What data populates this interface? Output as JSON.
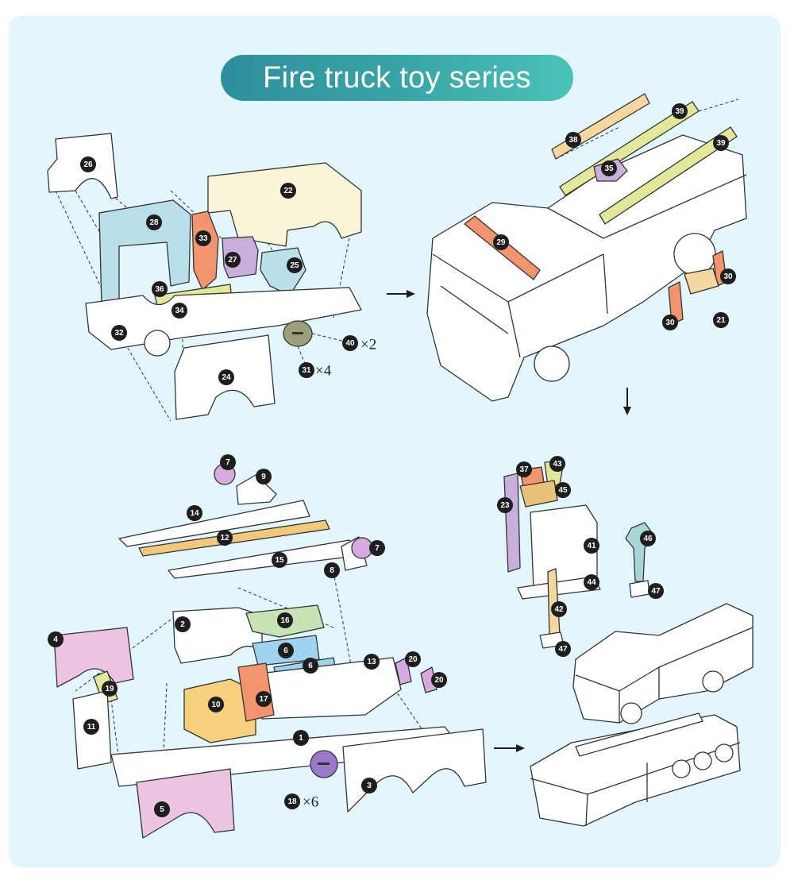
{
  "title": "Fire truck toy series",
  "colors": {
    "background": "#e2f6fb",
    "title_gradient_start": "#2e8f9c",
    "title_gradient_end": "#49c3b8",
    "white_part": "#ffffff",
    "blue_part": "#b9e0ea",
    "cream_part": "#fbf5d8",
    "orange_part": "#f2956e",
    "purple_part": "#c9b0dc",
    "yellow_green_part": "#e2e79a",
    "pink_part": "#ecc3e0",
    "gold_part": "#f7d7a0",
    "light_blue_part": "#9fd4f0",
    "sage_part": "#c8e3b3",
    "tan_part": "#e8c27a",
    "olive_part": "#9ba07a",
    "violet_part": "#9a79c8",
    "mauve_part": "#d6a9df",
    "teal_part": "#a7d5d8"
  },
  "quantity_labels": {
    "q40": "×2",
    "q31": "×4",
    "q18": "×6"
  },
  "part_labels": {
    "p1": "1",
    "p2": "2",
    "p3": "3",
    "p4": "4",
    "p5": "5",
    "p6a": "6",
    "p6b": "6",
    "p7a": "7",
    "p7b": "7",
    "p8": "8",
    "p9": "9",
    "p10": "10",
    "p11": "11",
    "p12": "12",
    "p13": "13",
    "p14": "14",
    "p15": "15",
    "p16": "16",
    "p17": "17",
    "p18": "18",
    "p19": "19",
    "p20a": "20",
    "p20b": "20",
    "p21": "21",
    "p22": "22",
    "p23": "23",
    "p24": "24",
    "p25": "25",
    "p26": "26",
    "p27": "27",
    "p28": "28",
    "p29": "29",
    "p30a": "30",
    "p30b": "30",
    "p31": "31",
    "p32": "32",
    "p33": "33",
    "p34": "34",
    "p35": "35",
    "p36": "36",
    "p37": "37",
    "p38": "38",
    "p39a": "39",
    "p39b": "39",
    "p40": "40",
    "p41": "41",
    "p42": "42",
    "p43": "43",
    "p44": "44",
    "p45": "45",
    "p46": "46",
    "p47a": "47",
    "p47b": "47"
  }
}
